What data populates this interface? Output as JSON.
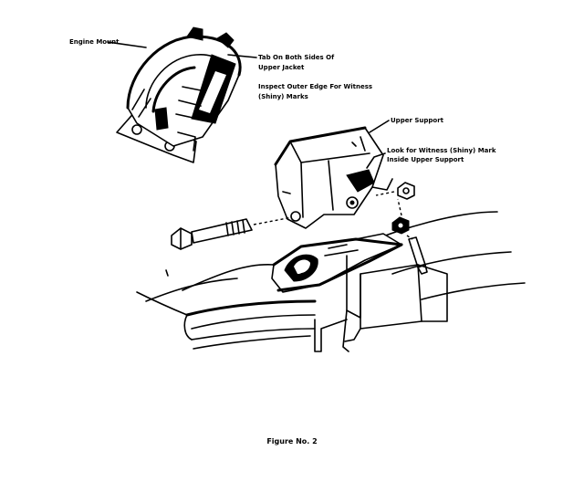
{
  "labels": {
    "engine_mount": "Engine Mount",
    "tab_line1": "Tab On Both Sides Of",
    "tab_line2": "Upper Jacket",
    "inspect_line1": "Inspect Outer Edge For Witness",
    "inspect_line2": "(Shiny) Marks",
    "upper_support": "Upper Support",
    "look_line1": "Look for Witness (Shiny) Mark",
    "look_line2": "Inside Upper Support"
  },
  "caption": "Figure No. 2"
}
